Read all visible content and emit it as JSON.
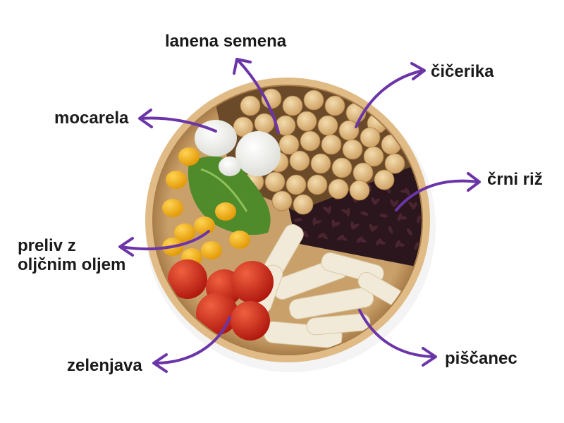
{
  "labels": {
    "flax_seeds": "lanena semena",
    "chickpeas": "čičerika",
    "mozzarella": "mocarela",
    "black_rice": "črni riž",
    "dressing_line1": "preliv z",
    "dressing_line2": "oljčnim oljem",
    "vegetables": "zelenjava",
    "chicken": "piščanec"
  },
  "colors": {
    "arrow": "#6b35a8",
    "text": "#1a1a1a",
    "bowl_rim": "#d2a974",
    "bowl_inner": "#c99a62",
    "chickpea": "#e7c48d",
    "black_rice": "#2a161c",
    "mozzarella": "#f7f6f2",
    "pepper": "#f2b31c",
    "tomato": "#d02a1c",
    "chicken": "#f1ead9",
    "greens": "#4f8a2b"
  }
}
